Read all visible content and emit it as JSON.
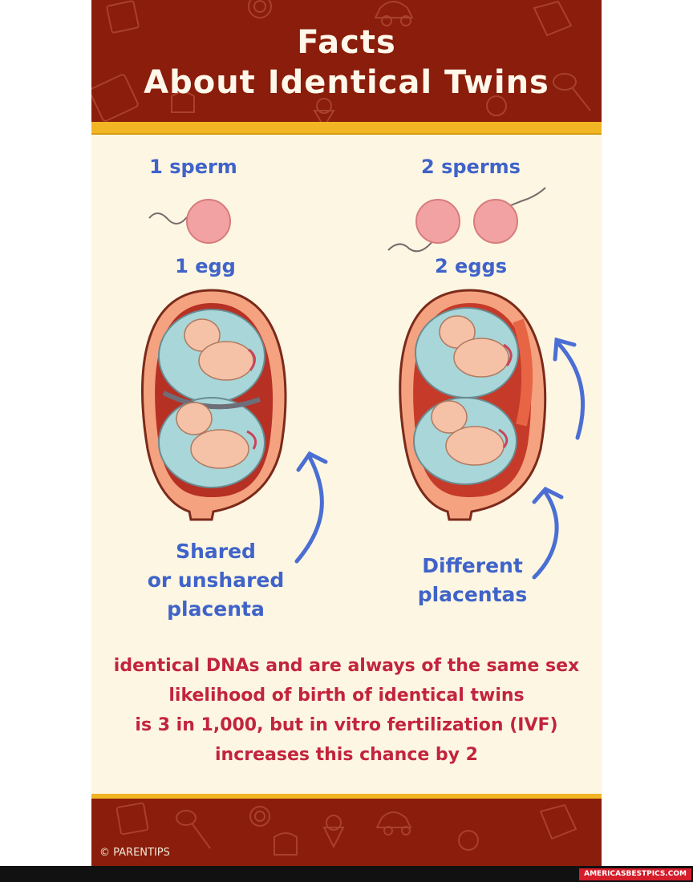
{
  "header": {
    "title_line1": "Facts",
    "title_line2": "About Identical Twins"
  },
  "left_column": {
    "sperm_label": "1 sperm",
    "egg_label": "1 egg",
    "placenta_label_lines": [
      "Shared",
      "or unshared",
      "placenta"
    ]
  },
  "right_column": {
    "sperm_label": "2 sperms",
    "egg_label": "2 eggs",
    "placenta_label_lines": [
      "Different",
      "placentas"
    ]
  },
  "facts_lines": [
    "identical DNAs and are always of the same sex",
    "likelihood of birth of identical twins",
    "is 3 in 1,000, but in vitro fertilization (IVF)",
    "increases this chance by 2"
  ],
  "footer": {
    "copyright": "© PARENTIPS"
  },
  "watermark": {
    "site": "AMERICASBESTPICS.COM"
  },
  "colors": {
    "header_bg": "#8a1d0b",
    "accent_band": "#f2b624",
    "label_blue": "#3f63c8",
    "facts_red": "#c2243d",
    "egg_pink": "#f2a2a2"
  },
  "icons": [
    "sperm-icon",
    "egg-icon",
    "womb-illustration",
    "arrow-icon",
    "baby-doodle-icons"
  ]
}
